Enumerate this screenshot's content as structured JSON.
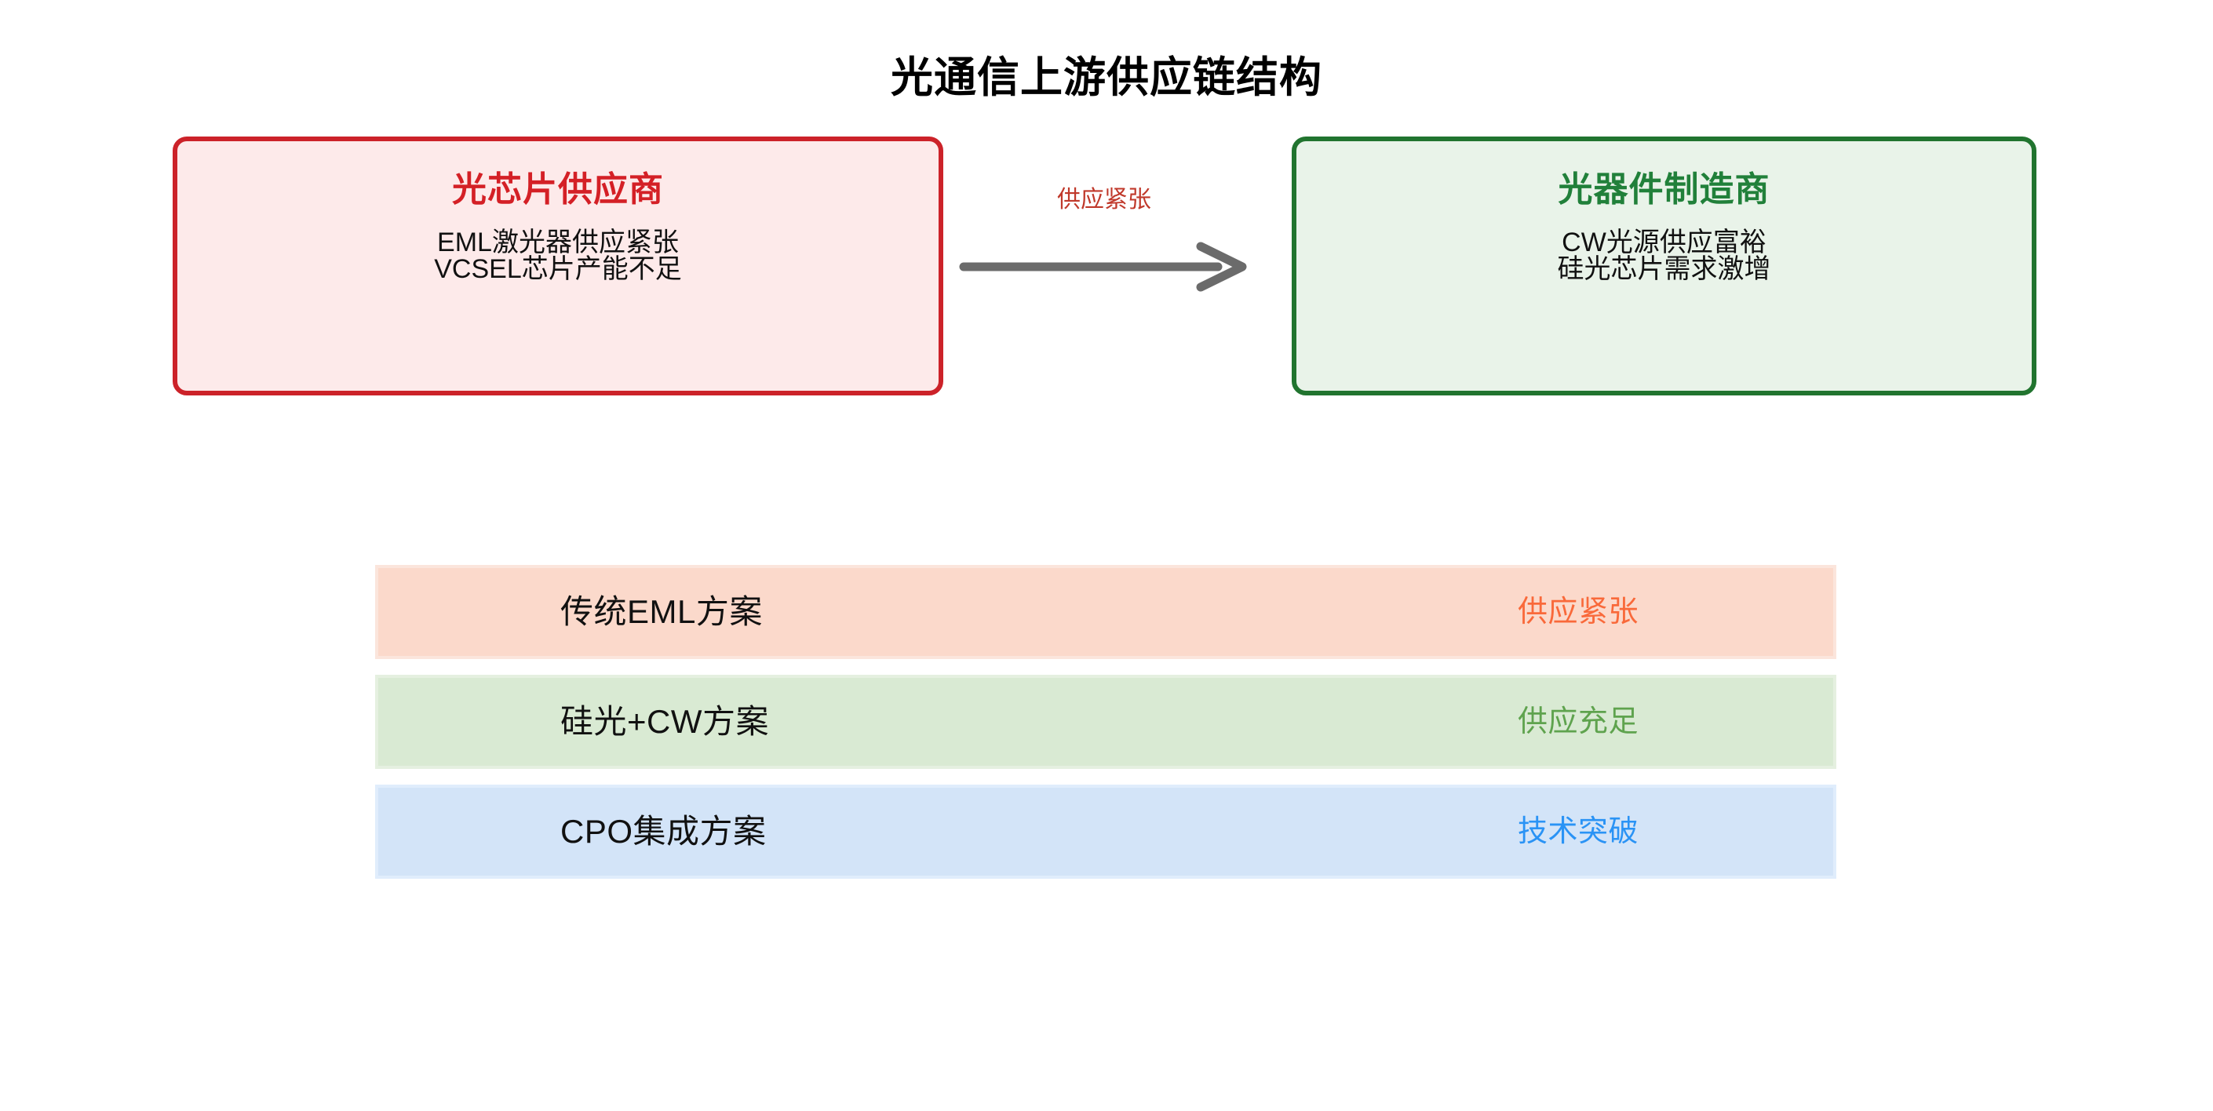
{
  "title": "光通信上游供应链结构",
  "flow": {
    "supplier": {
      "name": "光芯片供应商",
      "lines": [
        "EML激光器供应紧张",
        "VCSEL芯片产能不足"
      ],
      "border_color": "#cc2229",
      "fill_color": "#fdeaea",
      "title_color": "#d42026"
    },
    "manufacturer": {
      "name": "光器件制造商",
      "lines": [
        "CW光源供应富裕",
        "硅光芯片需求激增"
      ],
      "border_color": "#21742f",
      "fill_color": "#e9f3e9",
      "title_color": "#21803a"
    },
    "arrow": {
      "label": "供应紧张",
      "label_color": "#c0392b",
      "line_color": "#6b6b6b"
    }
  },
  "comparison": {
    "rows": [
      {
        "scheme": "传统EML方案",
        "status": "供应紧张",
        "fill_color": "#fbd9cb",
        "status_color": "#f9693a"
      },
      {
        "scheme": "硅光+CW方案",
        "status": "供应充足",
        "fill_color": "#d9ead3",
        "status_color": "#5fa34e"
      },
      {
        "scheme": "CPO集成方案",
        "status": "技术突破",
        "fill_color": "#d3e4f8",
        "status_color": "#2a93f5"
      }
    ]
  }
}
